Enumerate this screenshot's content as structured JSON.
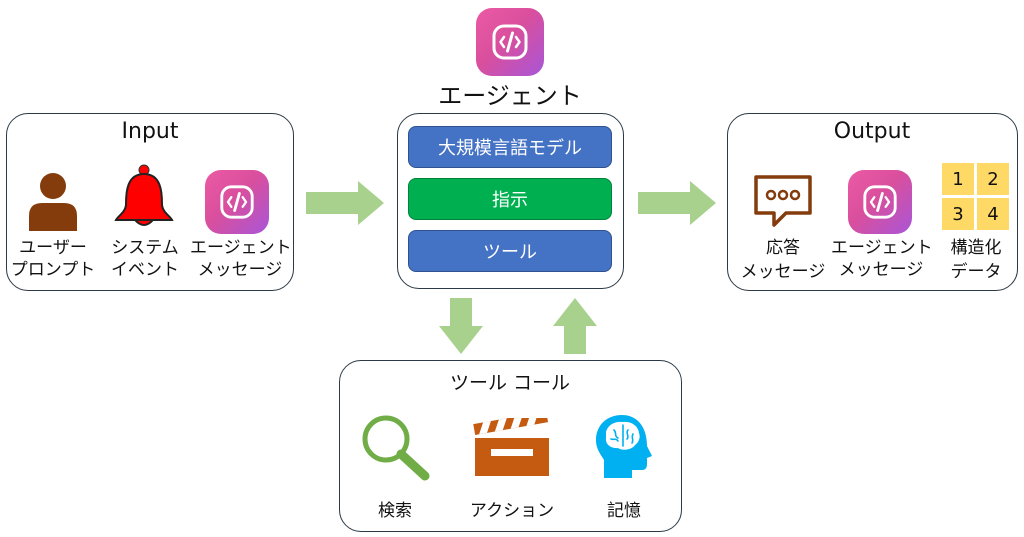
{
  "agent": {
    "title": "エージェント",
    "components": [
      {
        "label": "大規模言語モデル",
        "color": "#4472c4"
      },
      {
        "label": "指示",
        "color": "#00b050"
      },
      {
        "label": "ツール",
        "color": "#4472c4"
      }
    ]
  },
  "input": {
    "title": "Input",
    "items": [
      {
        "line1": "ユーザー",
        "line2": "プロンプト"
      },
      {
        "line1": "システム",
        "line2": "イベント"
      },
      {
        "line1": "エージェント",
        "line2": "メッセージ"
      }
    ]
  },
  "output": {
    "title": "Output",
    "items": [
      {
        "line1": "応答",
        "line2": "メッセージ"
      },
      {
        "line1": "エージェント",
        "line2": "メッセージ"
      },
      {
        "line1": "構造化",
        "line2": "データ"
      }
    ],
    "grid": [
      "1",
      "2",
      "3",
      "4"
    ]
  },
  "tools": {
    "title": "ツール コール",
    "items": [
      {
        "label": "検索"
      },
      {
        "label": "アクション"
      },
      {
        "label": "記憶"
      }
    ]
  },
  "colors": {
    "arrow": "#a9d18e",
    "user": "#843c0c",
    "bell": "#ff0000",
    "search": "#70ad47",
    "clapper": "#c55a11",
    "brain": "#00b0f0",
    "chat": "#843c0c",
    "grid": "#ffd966"
  }
}
